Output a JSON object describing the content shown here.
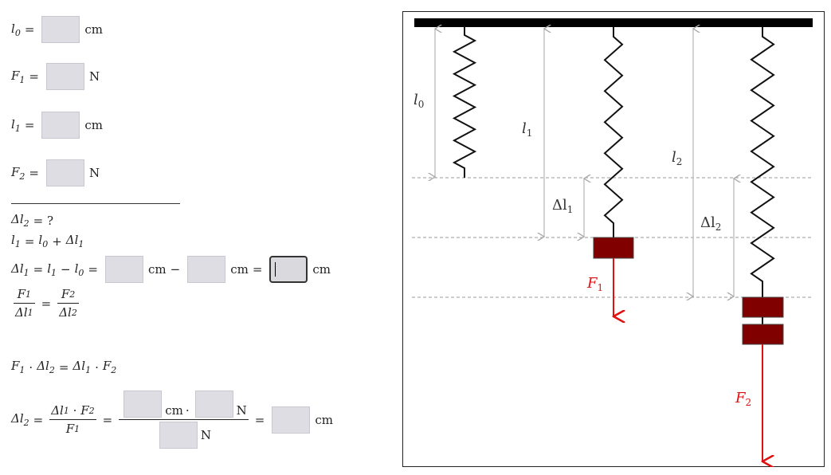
{
  "form": {
    "l0": {
      "label": "l",
      "sub": "0",
      "unit": "cm"
    },
    "f1": {
      "label": "F",
      "sub": "1",
      "unit": "N"
    },
    "l1": {
      "label": "l",
      "sub": "1",
      "unit": "cm"
    },
    "f2": {
      "label": "F",
      "sub": "2",
      "unit": "N"
    },
    "eq": "=",
    "plus": "+",
    "minus": "−",
    "dot": "·",
    "find": {
      "label": "Δl",
      "sub": "2",
      "rhs": "= ?"
    },
    "rel1": {
      "lhs": "l",
      "lhs_sub": "1",
      "a": "l",
      "a_sub": "0",
      "b": "Δl",
      "b_sub": "1"
    },
    "calc1": {
      "lhs": "Δl",
      "lhs_sub": "1",
      "a": "l",
      "a_sub": "1",
      "b": "l",
      "b_sub": "0",
      "unit": "cm"
    },
    "ratio": {
      "n1": "F",
      "n1_sub": "1",
      "d1": "Δl",
      "d1_sub": "1",
      "n2": "F",
      "n2_sub": "2",
      "d2": "Δl",
      "d2_sub": "2"
    },
    "cross": {
      "a": "F",
      "a_sub": "1",
      "b": "Δl",
      "b_sub": "2",
      "c": "Δl",
      "c_sub": "1",
      "d": "F",
      "d_sub": "2"
    },
    "final": {
      "lhs": "Δl",
      "lhs_sub": "2",
      "n_a": "Δl",
      "n_a_sub": "1",
      "n_b": "F",
      "n_b_sub": "2",
      "d": "F",
      "d_sub": "1",
      "unit_cm": "cm",
      "unit_n": "N"
    }
  },
  "diagram": {
    "labels": {
      "l0": "l",
      "l0_sub": "0",
      "l1": "l",
      "l1_sub": "1",
      "l2": "l",
      "l2_sub": "2",
      "dl1": "Δl",
      "dl1_sub": "1",
      "dl2": "Δl",
      "dl2_sub": "2",
      "f1": "F",
      "f1_sub": "1",
      "f2": "F",
      "f2_sub": "2"
    },
    "colors": {
      "mass": "#800000",
      "force": "#e01010",
      "dim": "#bbbbbb",
      "guide": "#999999",
      "ceiling": "#000000"
    }
  }
}
